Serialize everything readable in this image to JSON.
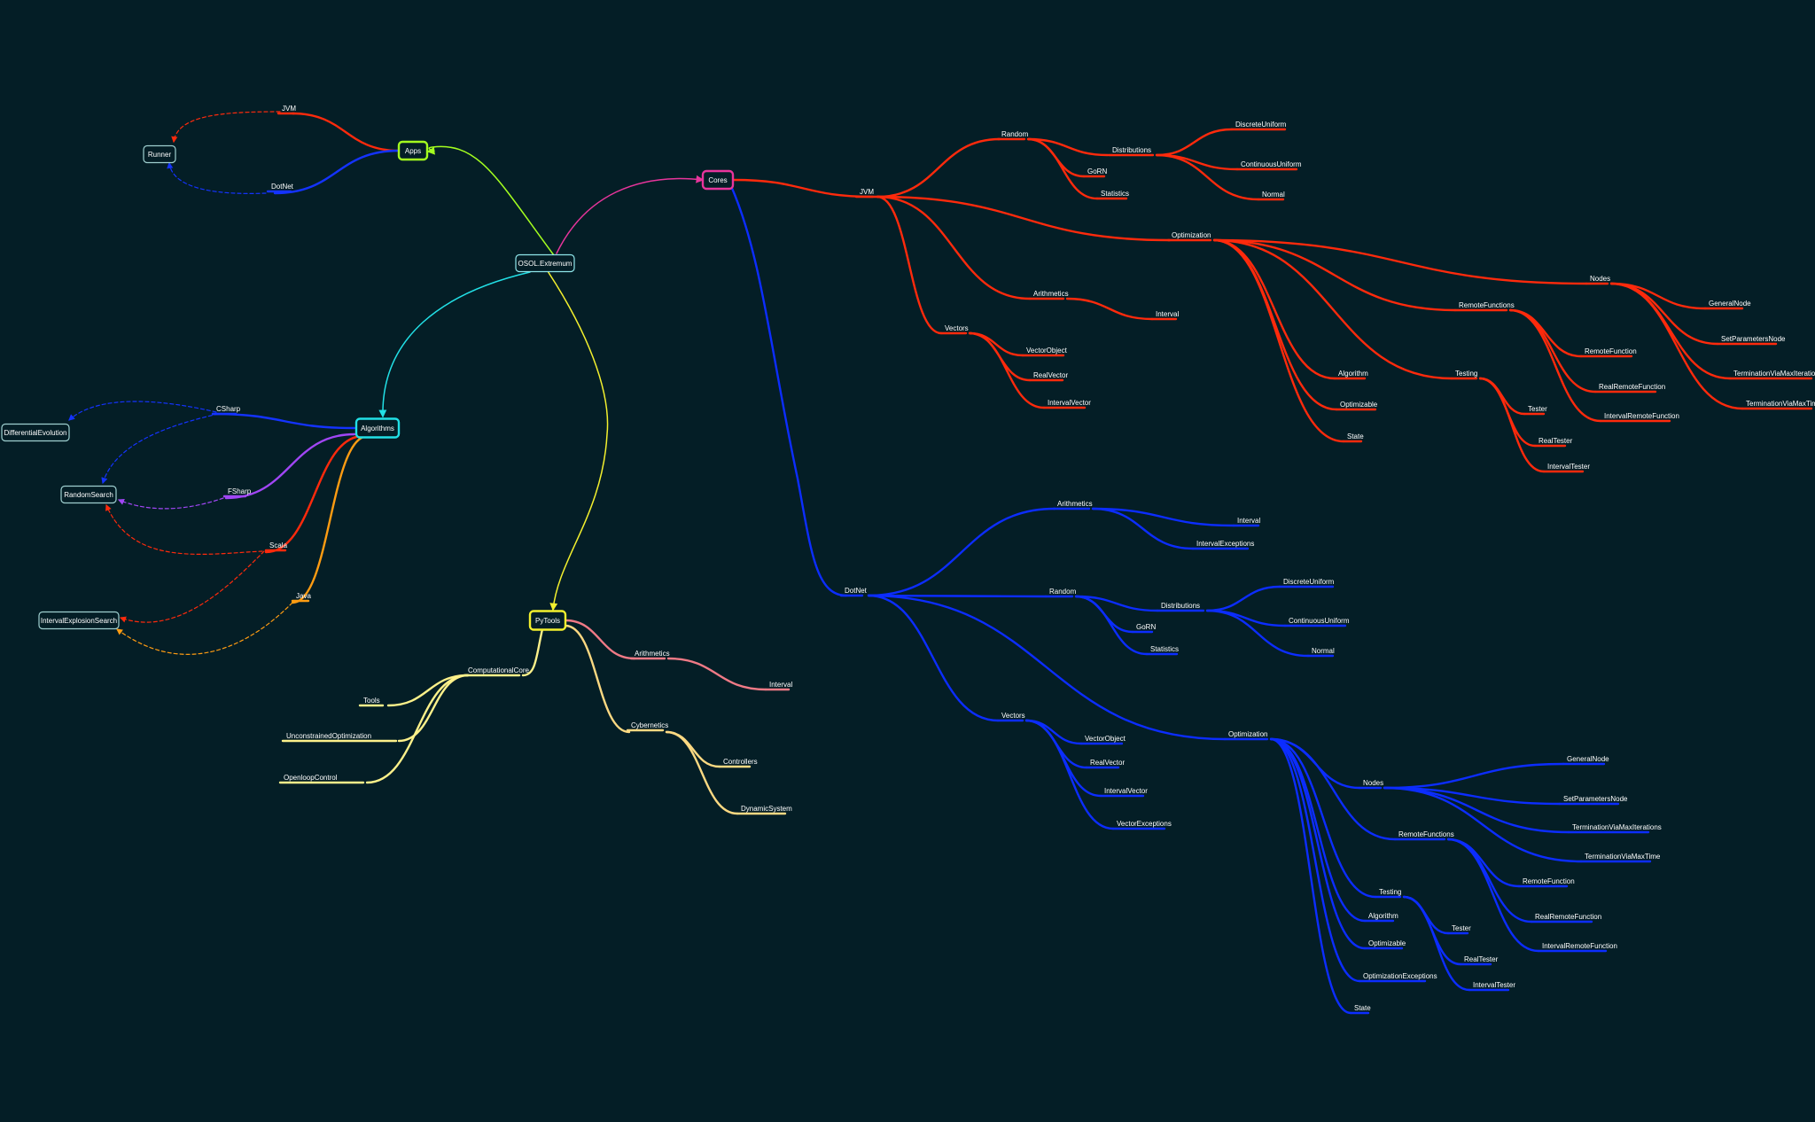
{
  "colors": {
    "background": "#041e26",
    "apps": "#a4ff1f",
    "cores": "#e8359c",
    "algorithms": "#22e0e6",
    "pytools": "#f3f02e",
    "jvm": "#ff2a0c",
    "dotnet": "#0c2dff",
    "csharp": "#1433ff",
    "fsharp": "#a146f5",
    "scala": "#ff2a0c",
    "java": "#ff9c12",
    "py_arith": "#f07a86",
    "py_light": "#fdf18a",
    "py_cyber": "#fcd982",
    "root_node": "#8fe6ea",
    "leaf_node": "#9fd0d0"
  },
  "root": {
    "label": "OSOL.Extremum"
  },
  "hubs": {
    "apps": "Apps",
    "cores": "Cores",
    "algorithms": "Algorithms",
    "pytools": "PyTools"
  },
  "apps": {
    "jvm": "JVM",
    "dotnet": "DotNet",
    "runner": "Runner"
  },
  "algorithms": {
    "csharp": "CSharp",
    "fsharp": "FSharp",
    "scala": "Scala",
    "java": "Java",
    "differential_evolution": "DifferentialEvolution",
    "random_search": "RandomSearch",
    "interval_explosion_search": "IntervalExplosionSearch"
  },
  "pytools": {
    "arithmetics": "Arithmetics",
    "interval": "Interval",
    "cybernetics": "Cybernetics",
    "controllers": "Controllers",
    "dynamic_system": "DynamicSystem",
    "computational_core": "ComputationalCore",
    "tools": "Tools",
    "unconstrained_optimization": "UnconstrainedOptimization",
    "openloop_control": "OpenloopControl"
  },
  "jvm": {
    "label": "JVM",
    "random": "Random",
    "distributions": "Distributions",
    "discrete_uniform": "DiscreteUniform",
    "continuous_uniform": "ContinuousUniform",
    "normal": "Normal",
    "gorn": "GoRN",
    "statistics": "Statistics",
    "arithmetics": "Arithmetics",
    "interval": "Interval",
    "vectors": "Vectors",
    "vector_object": "VectorObject",
    "real_vector": "RealVector",
    "interval_vector": "IntervalVector",
    "optimization": "Optimization",
    "nodes": "Nodes",
    "general_node": "GeneralNode",
    "set_parameters_node": "SetParametersNode",
    "termination_via_max_iterations": "TerminationViaMaxIterations",
    "termination_via_max_time": "TerminationViaMaxTime",
    "remote_functions": "RemoteFunctions",
    "remote_function": "RemoteFunction",
    "real_remote_function": "RealRemoteFunction",
    "interval_remote_function": "IntervalRemoteFunction",
    "algorithm": "Algorithm",
    "optimizable": "Optimizable",
    "state": "State",
    "testing": "Testing",
    "tester": "Tester",
    "real_tester": "RealTester",
    "interval_tester": "IntervalTester"
  },
  "dotnet": {
    "label": "DotNet",
    "arithmetics": "Arithmetics",
    "interval": "Interval",
    "interval_exceptions": "IntervalExceptions",
    "random": "Random",
    "distributions": "Distributions",
    "discrete_uniform": "DiscreteUniform",
    "continuous_uniform": "ContinuousUniform",
    "normal": "Normal",
    "gorn": "GoRN",
    "statistics": "Statistics",
    "vectors": "Vectors",
    "vector_object": "VectorObject",
    "real_vector": "RealVector",
    "interval_vector": "IntervalVector",
    "vector_exceptions": "VectorExceptions",
    "optimization": "Optimization",
    "nodes": "Nodes",
    "general_node": "GeneralNode",
    "set_parameters_node": "SetParametersNode",
    "termination_via_max_iterations": "TerminationViaMaxIterations",
    "termination_via_max_time": "TerminationViaMaxTime",
    "remote_functions": "RemoteFunctions",
    "remote_function": "RemoteFunction",
    "real_remote_function": "RealRemoteFunction",
    "interval_remote_function": "IntervalRemoteFunction",
    "testing": "Testing",
    "tester": "Tester",
    "real_tester": "RealTester",
    "interval_tester": "IntervalTester",
    "algorithm": "Algorithm",
    "optimizable": "Optimizable",
    "optimization_exceptions": "OptimizationExceptions",
    "state": "State"
  }
}
